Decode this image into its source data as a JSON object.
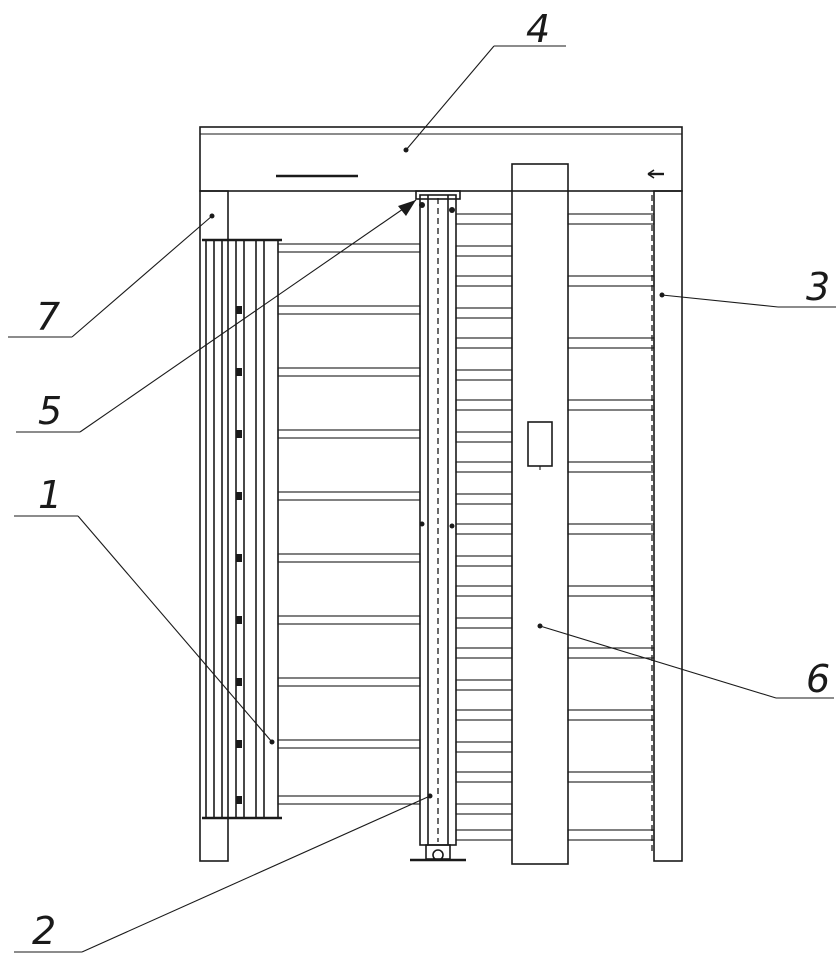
{
  "callouts": [
    {
      "id": "label-1",
      "text": "1"
    },
    {
      "id": "label-2",
      "text": "2"
    },
    {
      "id": "label-3",
      "text": "3"
    },
    {
      "id": "label-4",
      "text": "4"
    },
    {
      "id": "label-5",
      "text": "5"
    },
    {
      "id": "label-6",
      "text": "6"
    },
    {
      "id": "label-7",
      "text": "7"
    }
  ]
}
